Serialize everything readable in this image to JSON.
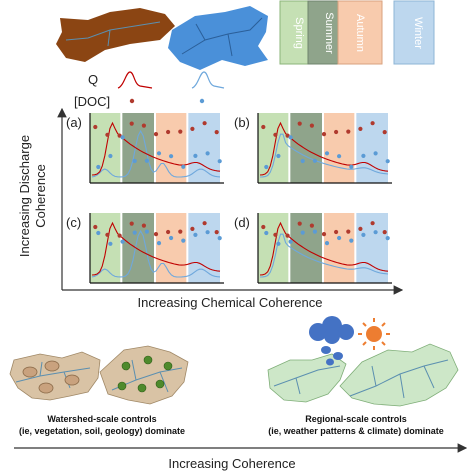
{
  "colors": {
    "brown_watershed": "#8B4513",
    "blue_watershed": "#4A90D9",
    "spring": "#C5E0B4",
    "summer": "#8FA48B",
    "autumn": "#F8CBAD",
    "winter": "#BDD7EE",
    "q_red": "#C00000",
    "q_blue": "#6FA8DC",
    "doc_red": "#B03A2E",
    "doc_blue": "#5B9BD5",
    "tan_watershed": "#D9C3A5",
    "green_watershed": "#CDE7C8",
    "cloud": "#4472C4",
    "sun": "#ED7D31"
  },
  "seasons": [
    "Spring",
    "Summer",
    "Autumn",
    "Winter"
  ],
  "legend": {
    "q_label": "Q",
    "doc_label": "[DOC]"
  },
  "panels": [
    {
      "label": "(a)"
    },
    {
      "label": "(b)"
    },
    {
      "label": "(c)"
    },
    {
      "label": "(d)"
    }
  ],
  "axes": {
    "y_label_line1": "Increasing Discharge",
    "y_label_line2": "Coherence",
    "x_label": "Increasing Chemical Coherence"
  },
  "bottom": {
    "left_caption_line1": "Watershed-scale controls",
    "left_caption_line2": "(ie, vegetation, soil, geology) dominate",
    "right_caption_line1": "Regional-scale controls",
    "right_caption_line2": "(ie, weather patterns & climate) dominate",
    "arrow_label": "Increasing Coherence"
  }
}
